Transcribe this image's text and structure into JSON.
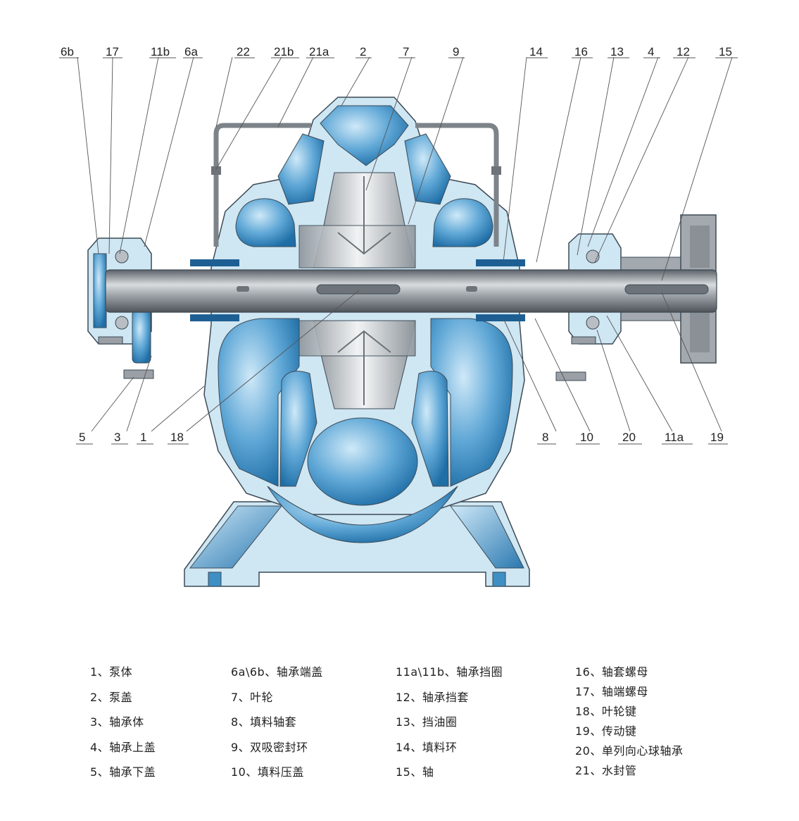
{
  "callouts": {
    "top": [
      "6b",
      "17",
      "11b",
      "6a",
      "22",
      "21b",
      "21a",
      "2",
      "7",
      "9",
      "14",
      "16",
      "13",
      "4",
      "12",
      "15"
    ],
    "bottom": [
      "5",
      "3",
      "1",
      "18",
      "8",
      "10",
      "20",
      "11a",
      "19"
    ]
  },
  "legend": {
    "col1": [
      "1、泵体",
      "2、泵盖",
      "3、轴承体",
      "4、轴承上盖",
      "5、轴承下盖"
    ],
    "col2": [
      "6a\\6b、轴承端盖",
      "7、叶轮",
      "8、填料轴套",
      "9、双吸密封环",
      "10、填料压盖"
    ],
    "col3": [
      "11a\\11b、轴承挡圈",
      "12、轴承挡套",
      "13、挡油圈",
      "14、填料环",
      "15、轴"
    ],
    "col4": [
      "16、轴套螺母",
      "17、轴端螺母",
      "18、叶轮键",
      "19、传动键",
      "20、单列向心球轴承",
      "21、水封管"
    ]
  },
  "colors": {
    "casing_light": "#cfe6f3",
    "water_blue": "#3d8fc4",
    "water_light": "#a9d4ee",
    "metal": "#9aa0a6",
    "outline": "#3c4a55"
  }
}
